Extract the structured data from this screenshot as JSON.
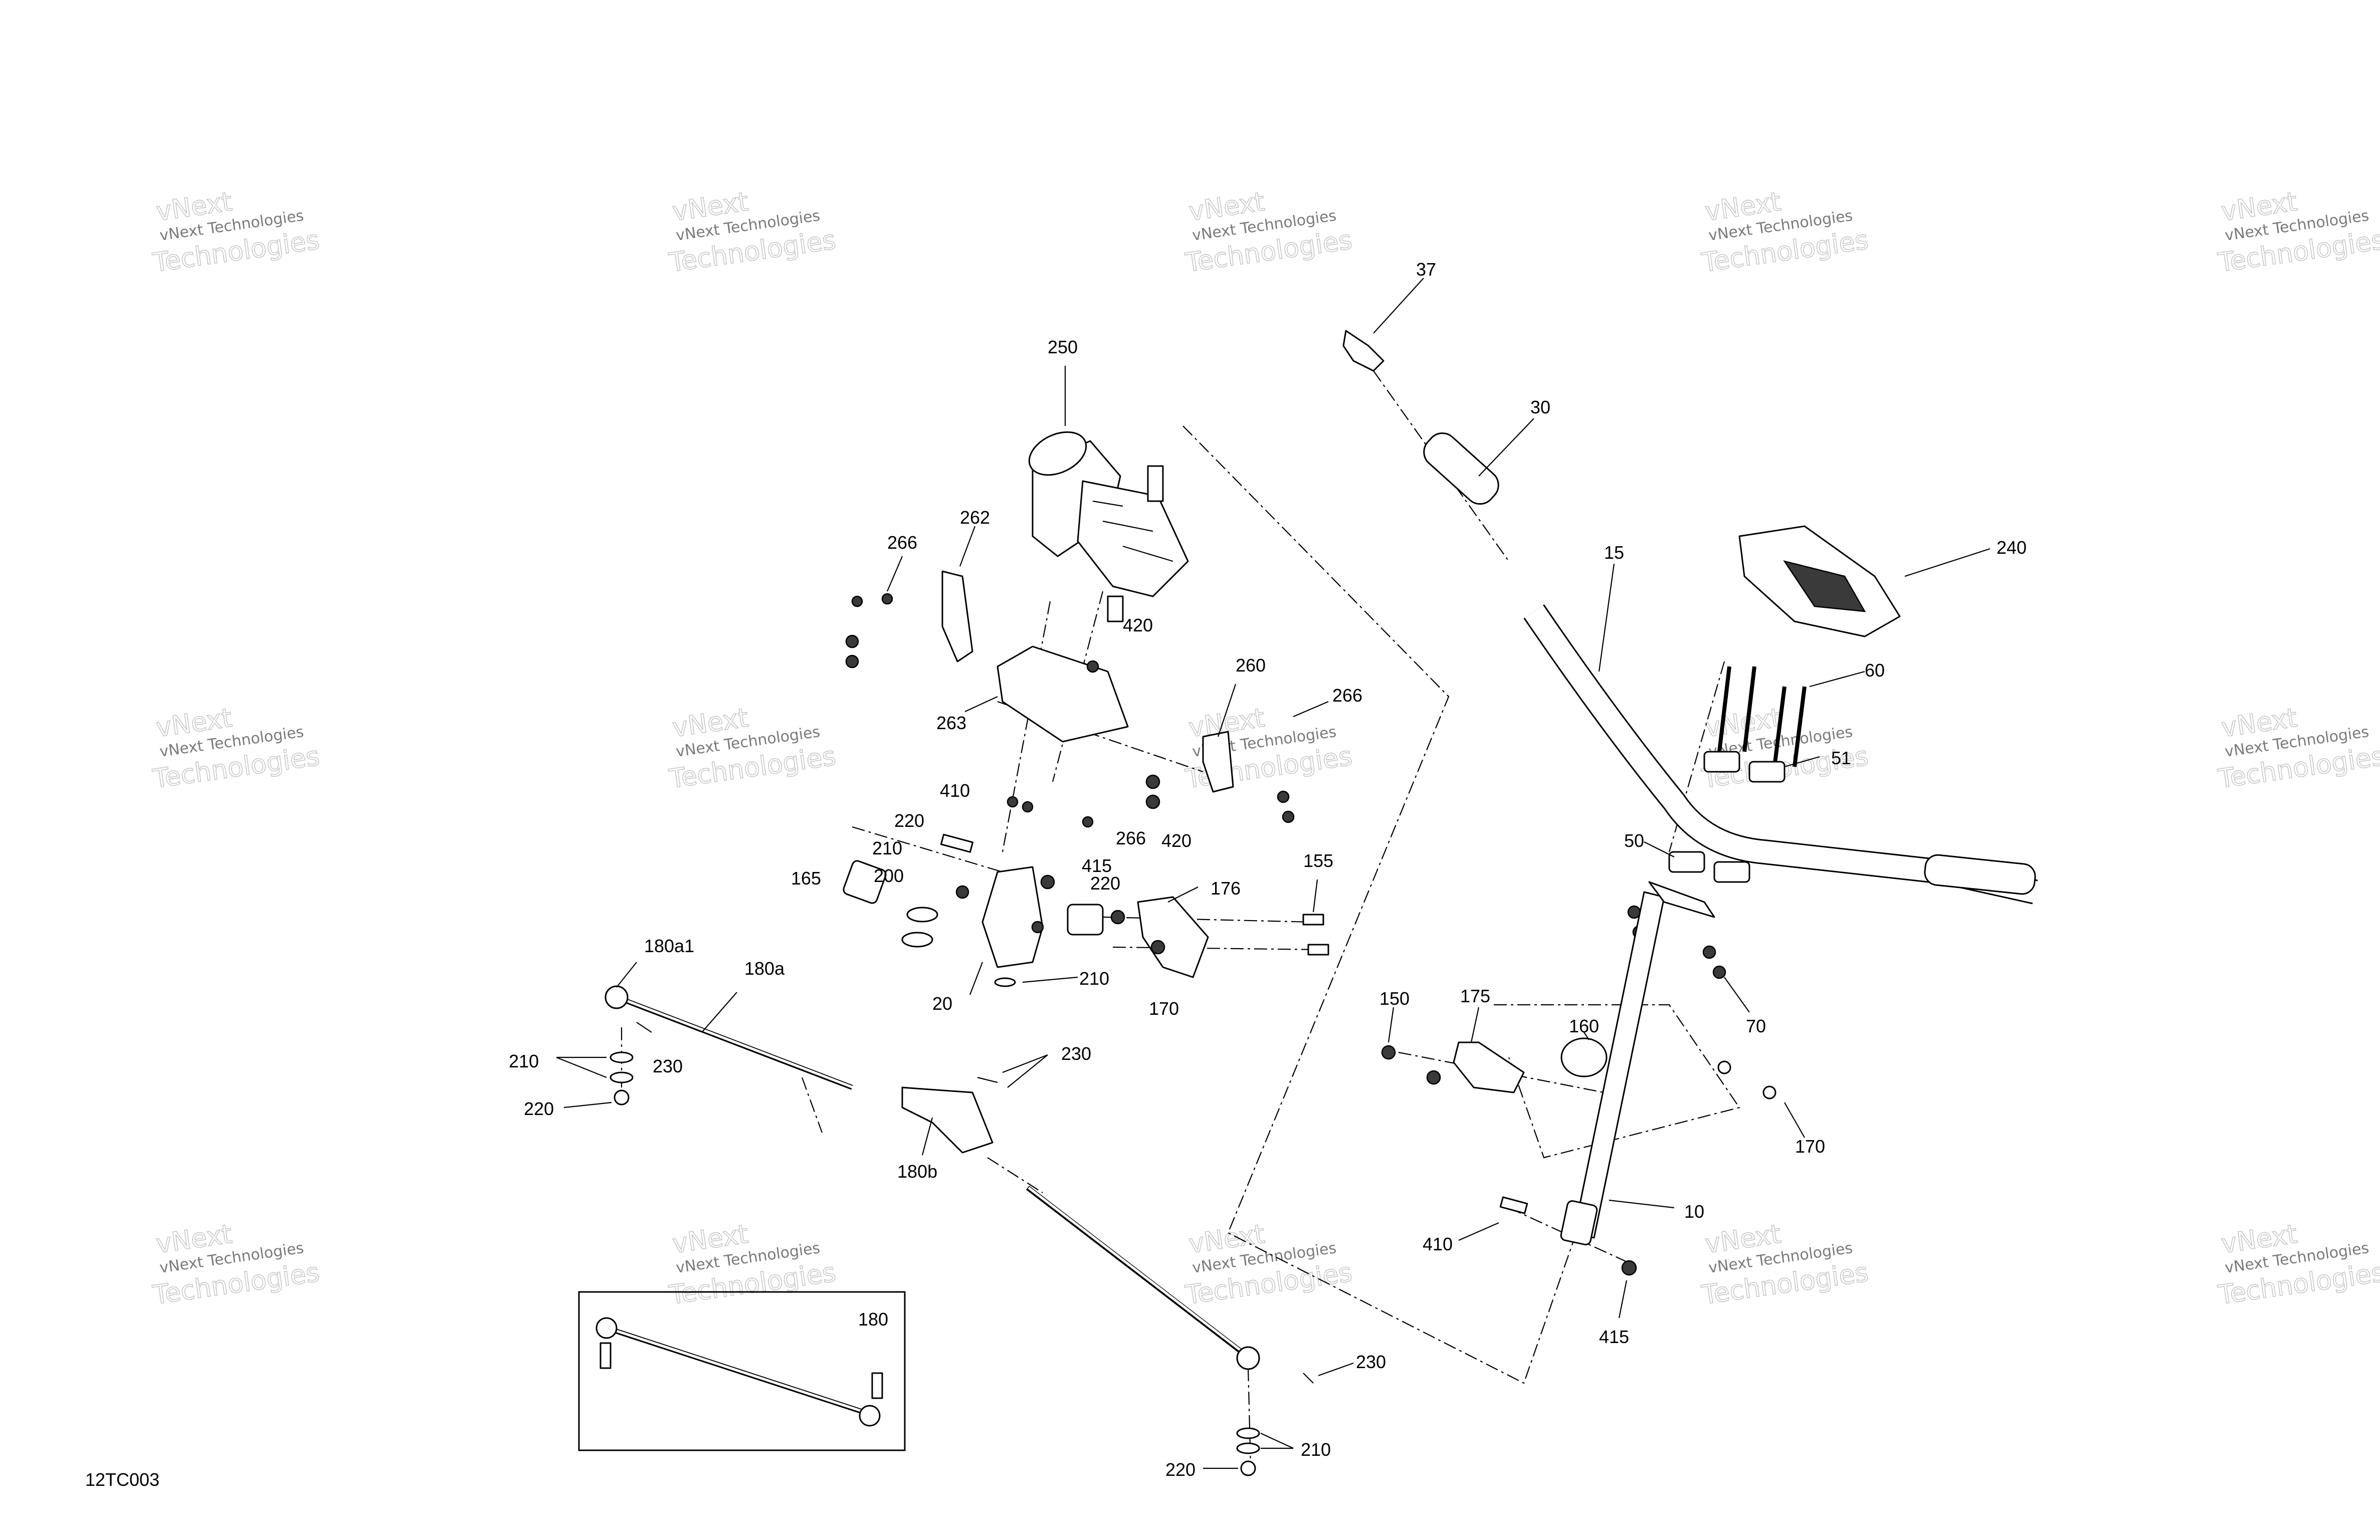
{
  "figure_code": "12TC003",
  "watermark": {
    "line1": "vNext Technologies",
    "line2": "Technologies",
    "line3": "vNext"
  },
  "labels": {
    "l250": "250",
    "l262": "262",
    "l266a": "266",
    "l420a": "420",
    "l263": "263",
    "l260": "260",
    "l266b": "266",
    "l420b": "420",
    "l266c": "266",
    "l410a": "410",
    "l220a": "220",
    "l210a": "210",
    "l200": "200",
    "l165": "165",
    "l415a": "415",
    "l220b": "220",
    "l176": "176",
    "l155": "155",
    "l20": "20",
    "l210b": "210",
    "l170a": "170",
    "l180a1": "180a1",
    "l180a": "180a",
    "l210c": "210",
    "l230a": "230",
    "l220c": "220",
    "l230b": "230",
    "l180b": "180b",
    "l180": "180",
    "l230c": "230",
    "l210d": "210",
    "l220d": "220",
    "l37": "37",
    "l30": "30",
    "l15": "15",
    "l240": "240",
    "l60": "60",
    "l51": "51",
    "l50": "50",
    "l70": "70",
    "l150": "150",
    "l175": "175",
    "l160": "160",
    "l170b": "170",
    "l10": "10",
    "l410b": "410",
    "l415b": "415"
  }
}
